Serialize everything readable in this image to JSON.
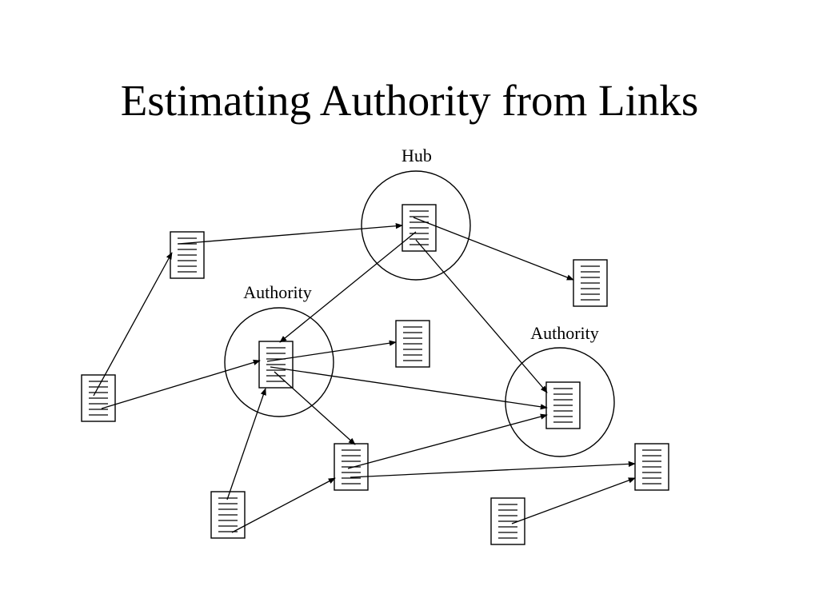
{
  "slide": {
    "title": "Estimating Authority from Links"
  },
  "labels": {
    "hub": "Hub",
    "authority_left": "Authority",
    "authority_right": "Authority"
  }
}
